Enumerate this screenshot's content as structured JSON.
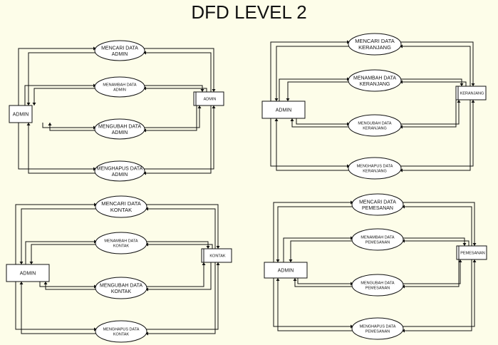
{
  "title": "DFD LEVEL 2",
  "quadrants": [
    {
      "entity": "ADMIN",
      "store": "ADMIN",
      "processes": [
        [
          "MENCARI DATA",
          "ADMIN"
        ],
        [
          "MENAMBAH DATA",
          "ADMIN"
        ],
        [
          "MENGUBAH DATA",
          "ADMIN"
        ],
        [
          "MENGHAPUS DATA",
          "ADMIN"
        ]
      ]
    },
    {
      "entity": "ADMIN",
      "store": "KERANJANG",
      "processes": [
        [
          "MENCARI DATA",
          "KERANJANG"
        ],
        [
          "MENAMBAH DATA",
          "KERANJANG"
        ],
        [
          "MENGUBAH DATA",
          "KERANJANG"
        ],
        [
          "MENGHAPUS DATA",
          "KERANJANG"
        ]
      ]
    },
    {
      "entity": "ADMIN",
      "store": "KONTAK",
      "processes": [
        [
          "MENCARI DATA",
          "KONTAK"
        ],
        [
          "MENAMBAH DATA",
          "KONTAK"
        ],
        [
          "MENGUBAH DATA",
          "KONTAK"
        ],
        [
          "MENGHAPUS DATA",
          "KONTAK"
        ]
      ]
    },
    {
      "entity": "ADMIN",
      "store": "PEMESANAN",
      "processes": [
        [
          "MENCARI DATA",
          "PEMESANAN"
        ],
        [
          "MENAMBAH DATA",
          "PEMESANAN"
        ],
        [
          "MENGUBAH DATA",
          "PEMESANAN"
        ],
        [
          "MENGHAPUS DATA",
          "PEMESANAN"
        ]
      ]
    }
  ]
}
